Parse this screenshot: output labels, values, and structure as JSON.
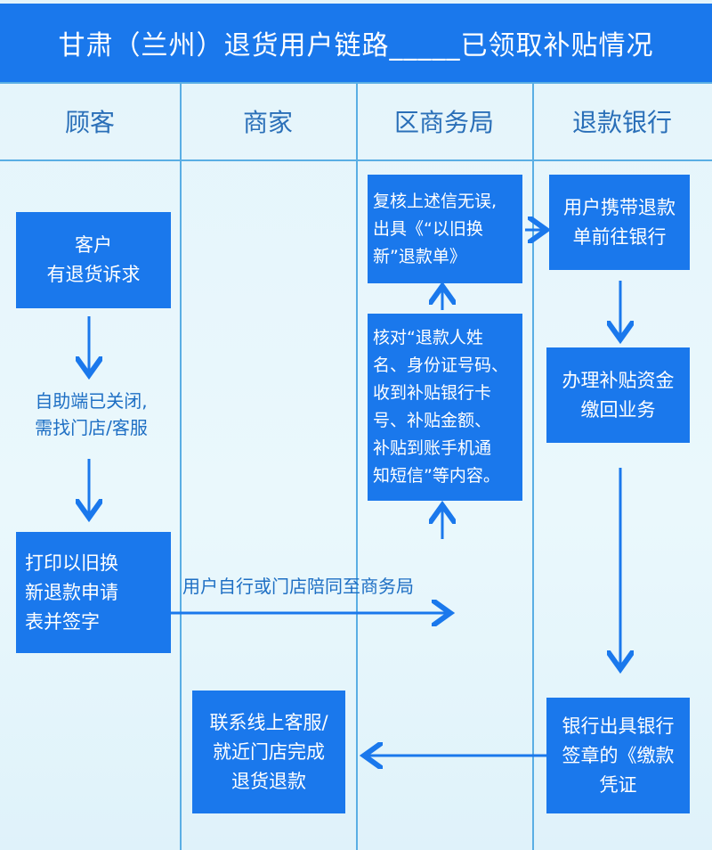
{
  "title": "甘肃（兰州）退货用户链路_____已领取补贴情况",
  "lanes": [
    "顾客",
    "商家",
    "区商务局",
    "退款银行"
  ],
  "steps": {
    "customer_request": "客户\n有退货诉求",
    "self_service_closed": "自助端已关闭,\n需找门店/客服",
    "print_form": "打印以旧换\n新退款申请\n表并签字",
    "to_bureau": "用户自行或门店陪同至商务局",
    "verify_info": "核对“退款人姓\n名、身份证号码、\n收到补贴银行卡\n号、补贴金额、\n补贴到账手机通\n知短信”等内容。",
    "issue_slip": "复核上述信无误,\n出具《“以旧换\n新”退款单》",
    "go_to_bank": "用户携带退款\n单前往银行",
    "handle_recovery": "办理补贴资金\n缴回业务",
    "bank_voucher": "银行出具银行\n签章的《缴款\n凭证",
    "complete_return": "联系线上客服/\n就近门店完成\n退货退款"
  },
  "colors": {
    "header": "#1a78ec",
    "box": "#1a78ec",
    "line": "#5aaee4",
    "lane_text": "#2a6fb8"
  }
}
